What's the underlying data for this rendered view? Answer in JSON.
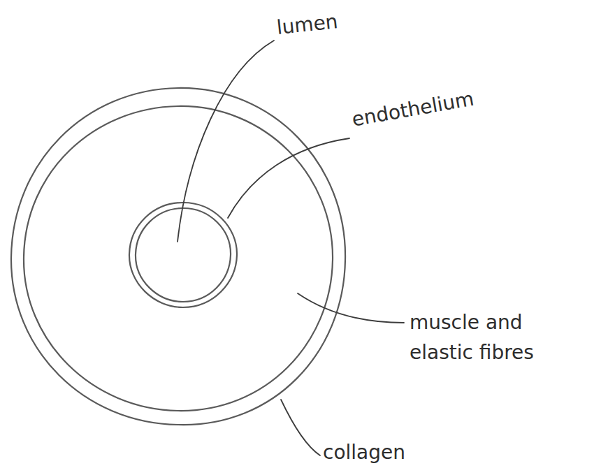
{
  "diagram": {
    "labels": [
      "lumen",
      "endothelium",
      "muscle and elastic fibres",
      "collagen"
    ]
  }
}
